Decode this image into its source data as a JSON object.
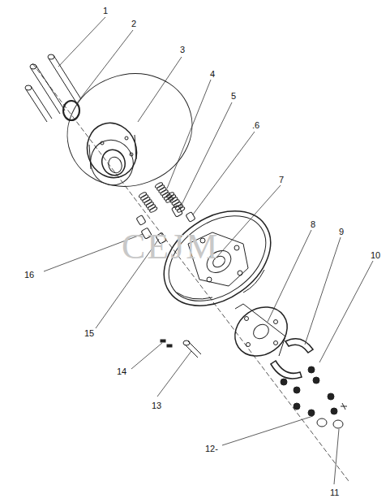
{
  "diagram": {
    "labels": [
      "1",
      "2",
      "3",
      "4",
      "5",
      ".6",
      "7",
      "8",
      "9",
      "10",
      "16",
      "15",
      "14",
      "13",
      "12-",
      "11",
      "CEJM"
    ]
  }
}
